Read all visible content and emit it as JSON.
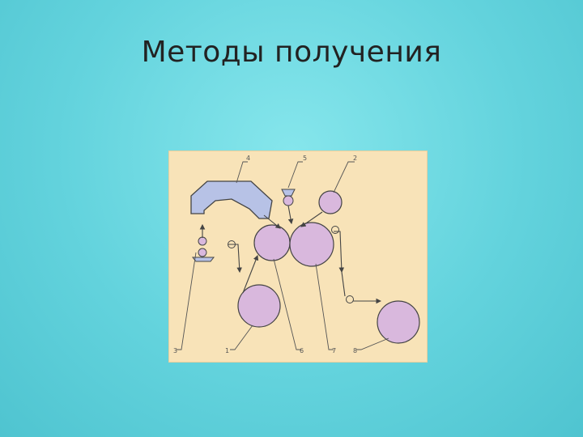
{
  "slide": {
    "title": "Методы получения"
  },
  "diagram": {
    "labels": [
      "4",
      "5",
      "2",
      "3",
      "1",
      "6",
      "7",
      "8"
    ],
    "colors": {
      "roll": "#d9b8dd",
      "hopper": "#b7c2e6",
      "paper": "#f8e3b8",
      "line": "#444444"
    }
  }
}
